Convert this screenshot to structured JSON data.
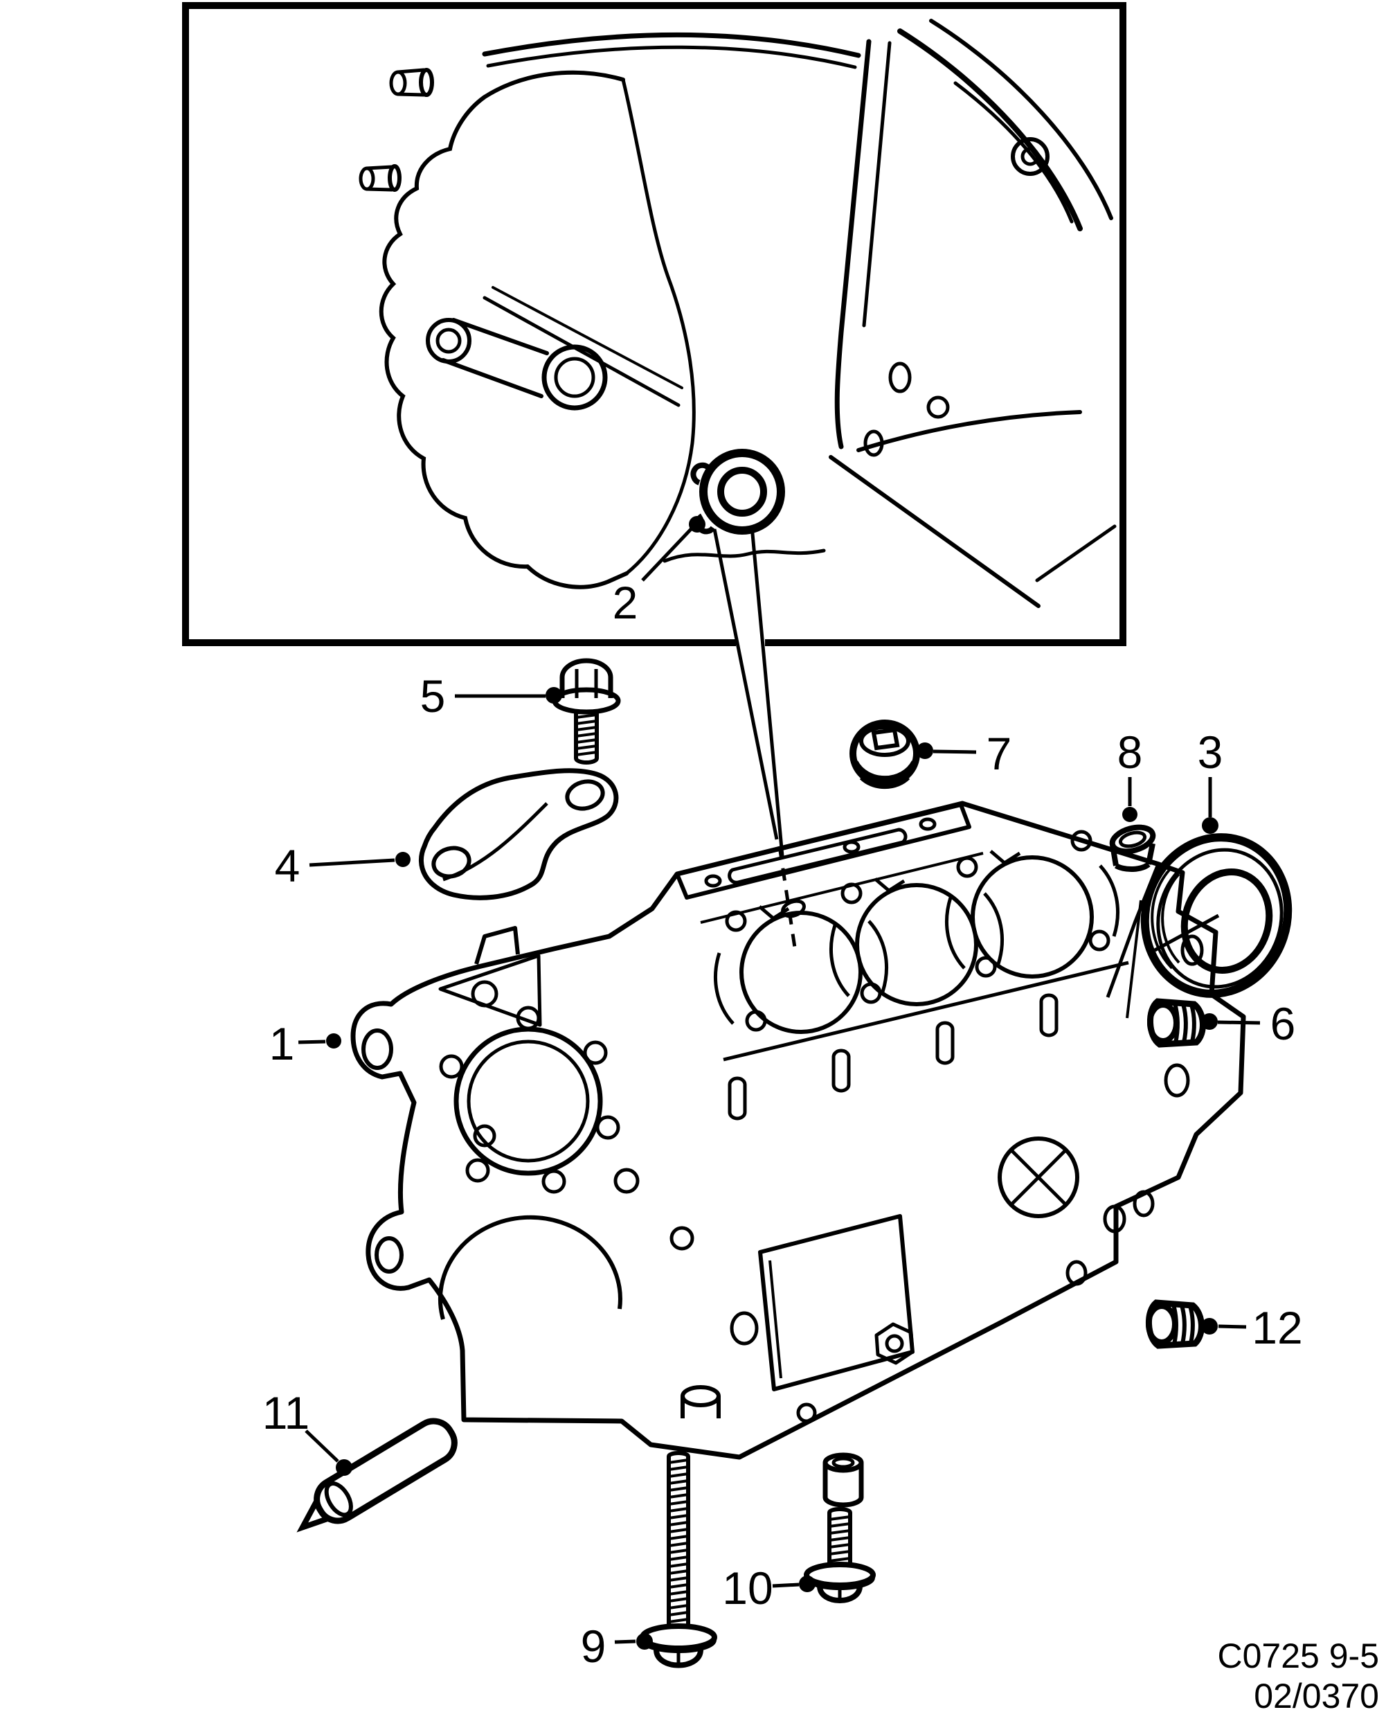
{
  "figure": {
    "type": "parts-diagram",
    "subject": "engine block with fitting parts",
    "inset": "transmission side view with sealing plug location"
  },
  "callouts": {
    "c1": "1",
    "c2": "2",
    "c3": "3",
    "c4": "4",
    "c5": "5",
    "c6": "6",
    "c7": "7",
    "c8": "8",
    "c9": "9",
    "c10": "10",
    "c11": "11",
    "c12": "12"
  },
  "footer": {
    "code": "C0725 9-5",
    "ref": "02/0370"
  },
  "colors": {
    "ink": "#000000",
    "paper": "#ffffff"
  }
}
